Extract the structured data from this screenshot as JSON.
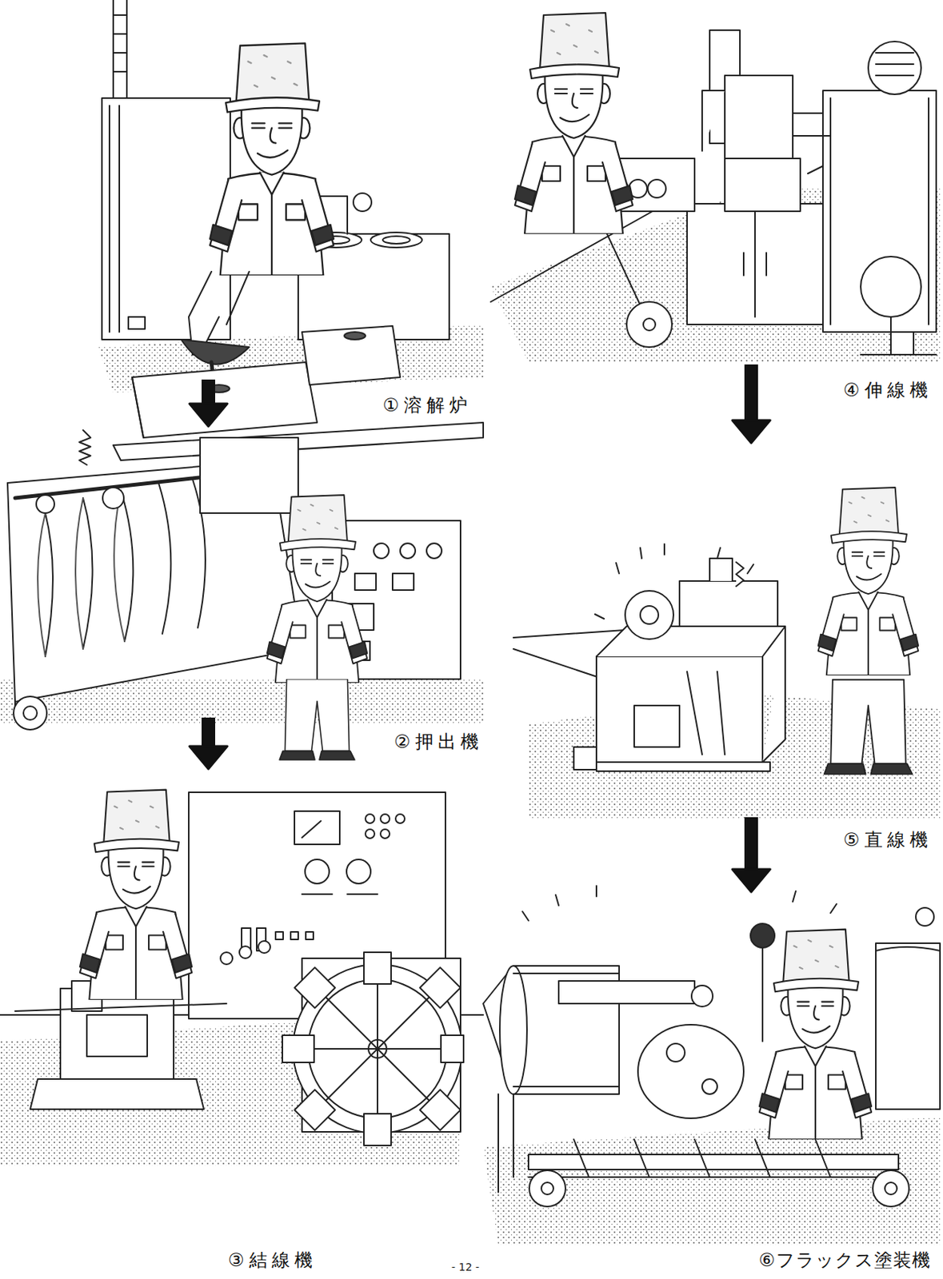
{
  "diagram": {
    "nodes": [
      {
        "text": [
          "①溶解炉"
        ]
      },
      {
        "text": [
          "②押出機"
        ]
      },
      {
        "text": [
          "③結線機"
        ]
      },
      {
        "text": [
          "④伸線機"
        ]
      },
      {
        "text": [
          "⑤直線機"
        ]
      },
      {
        "text": [
          "⑥フラックス塗装機"
        ]
      }
    ],
    "edges": [
      {
        "from": 0,
        "to": 1,
        "arrow": "to"
      },
      {
        "from": 1,
        "to": 2,
        "arrow": "to"
      },
      {
        "from": 3,
        "to": 4,
        "arrow": "to"
      },
      {
        "from": 4,
        "to": 5,
        "arrow": "to"
      }
    ],
    "labels": [
      "- 12 -"
    ]
  }
}
